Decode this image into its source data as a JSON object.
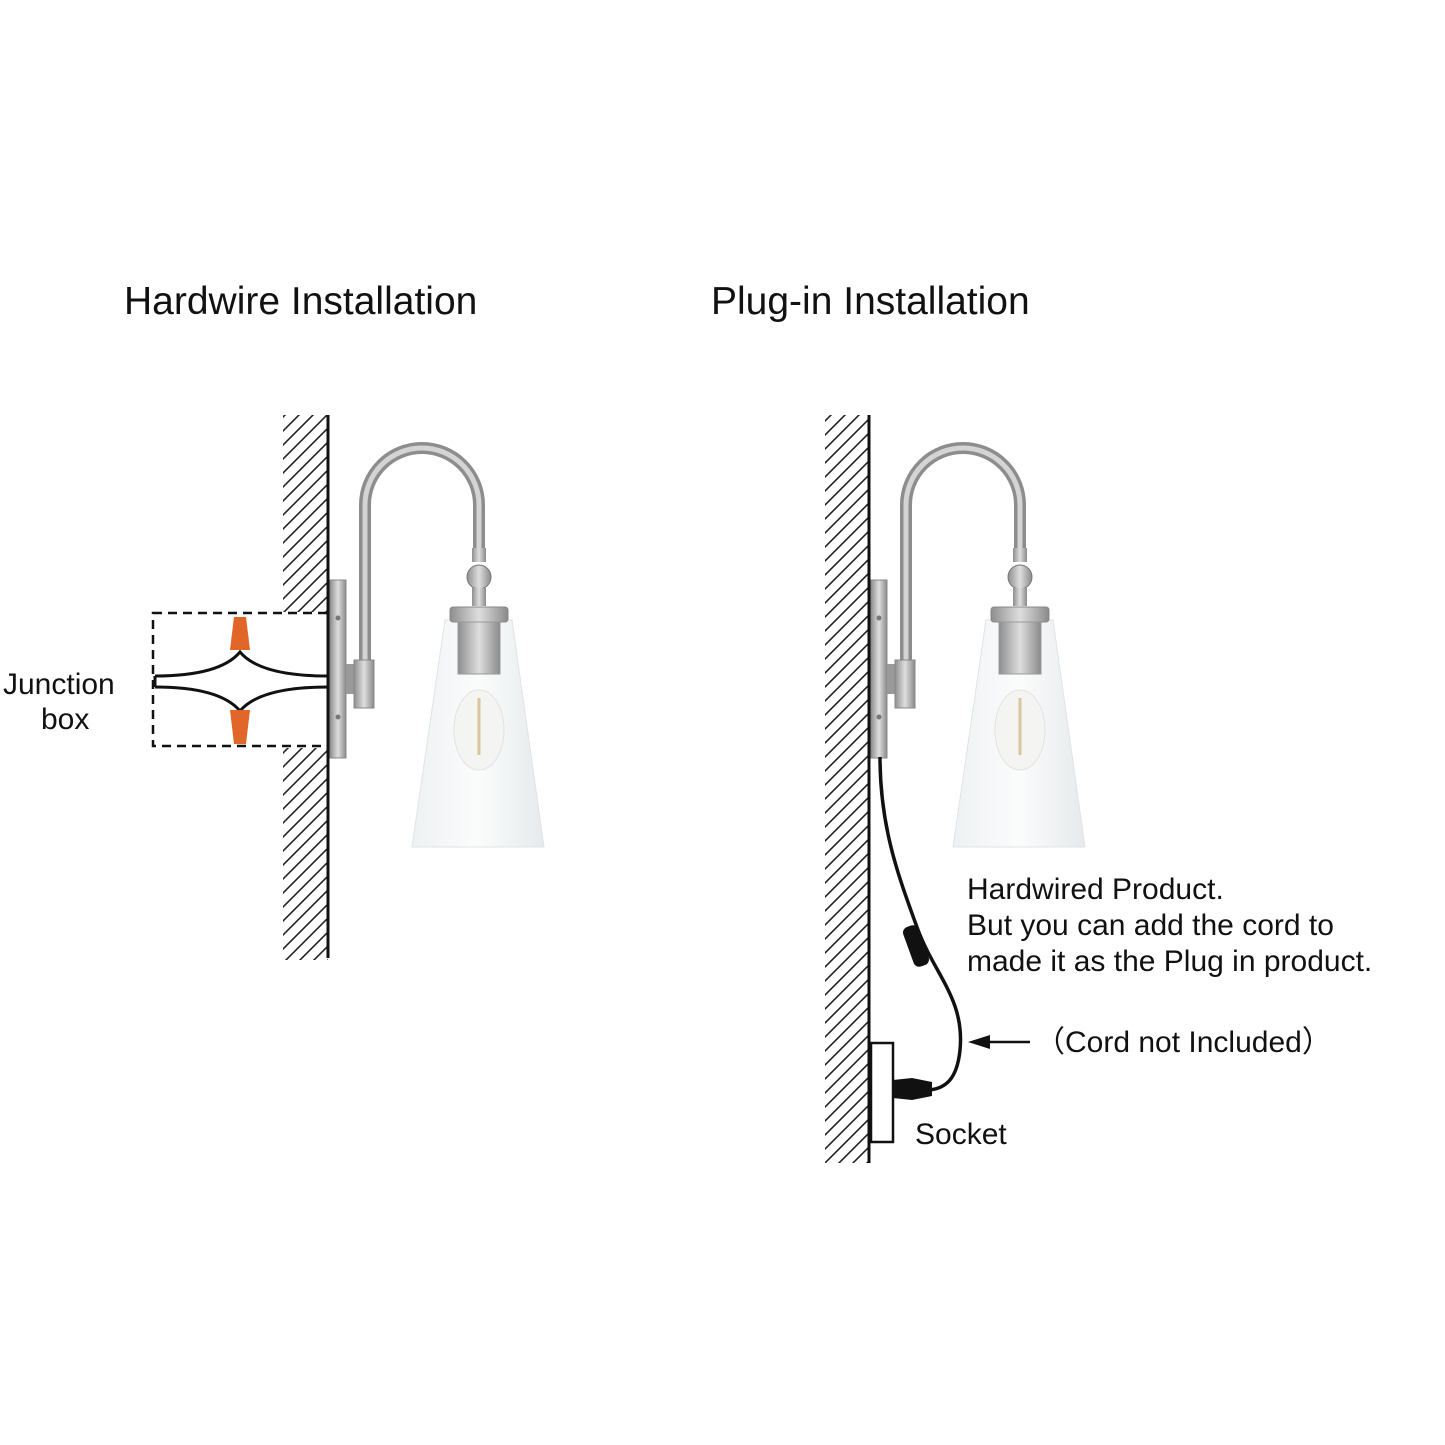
{
  "hardwire": {
    "title": "Hardwire Installation",
    "junction_label_1": "Junction",
    "junction_label_2": "box"
  },
  "plugin": {
    "title": "Plug-in Installation",
    "note_1": "Hardwired Product.",
    "note_2": "But you can add the cord to",
    "note_3": "made it as the Plug in product.",
    "cord_note": "（Cord not Included）",
    "socket_label": "Socket"
  },
  "colors": {
    "metal": "#a8a8a8",
    "wire_nut": "#e0662a",
    "line": "#111111"
  }
}
